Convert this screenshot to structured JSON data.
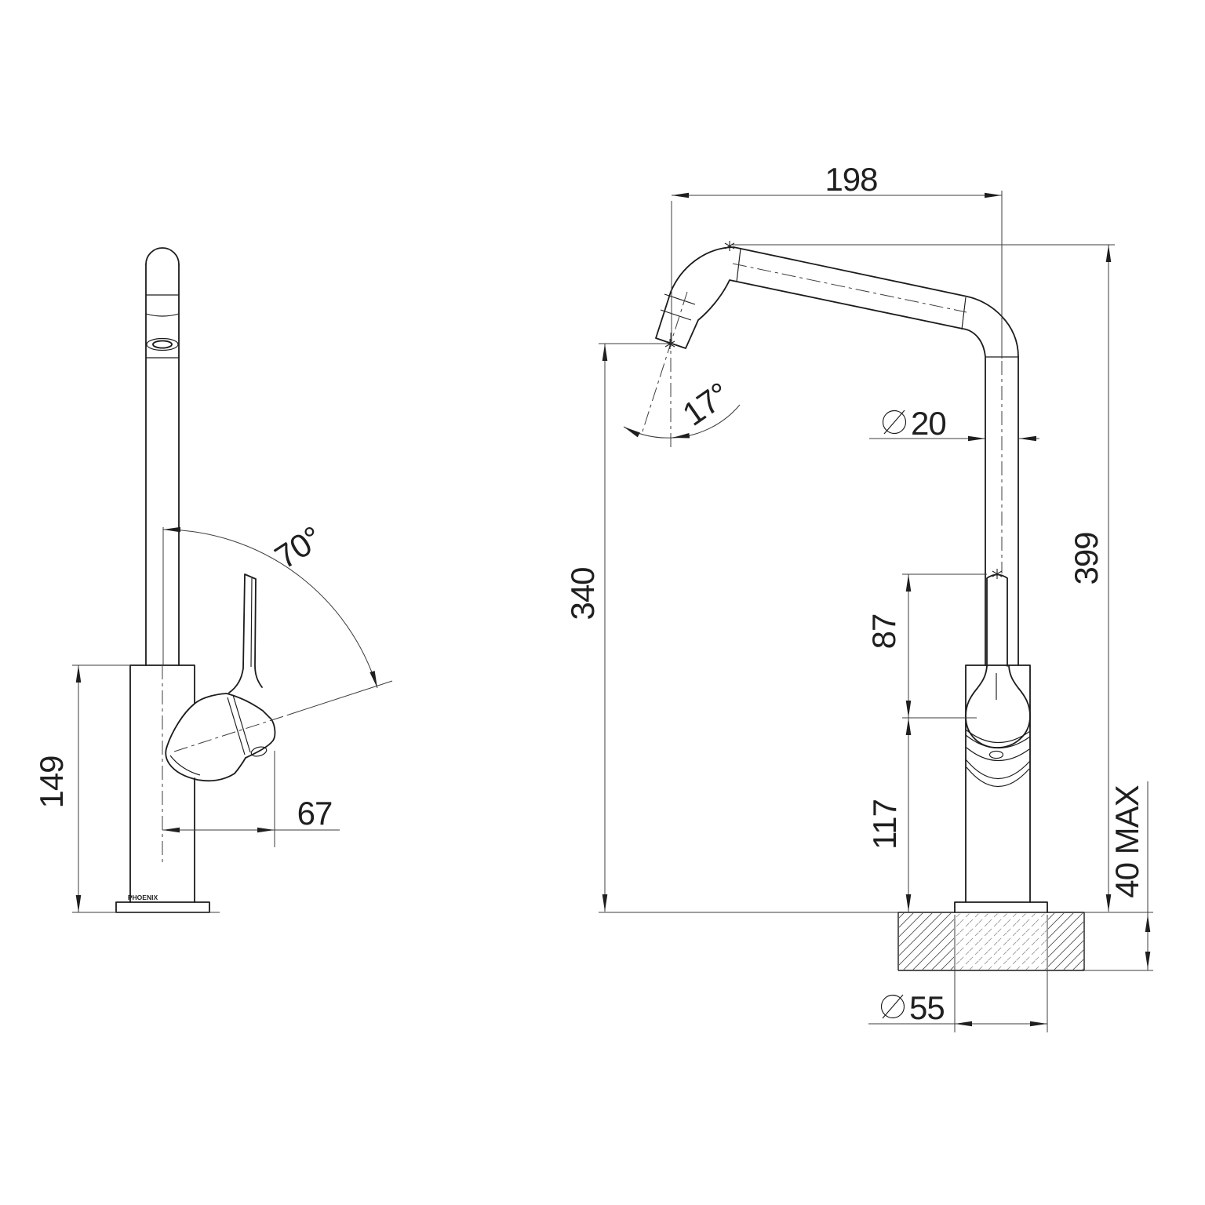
{
  "drawing": {
    "brand": "PHOENIX",
    "dims": {
      "spout_reach": "198",
      "spout_angle": "17°",
      "spout_diameter": "20",
      "outlet_height": "340",
      "handle_above_body": "87",
      "overall_height": "399",
      "body_height": "117",
      "bench_thickness_max": "40 MAX",
      "base_diameter": "55",
      "side_body_height": "149",
      "handle_reach": "67",
      "handle_swing_angle": "70°"
    }
  }
}
